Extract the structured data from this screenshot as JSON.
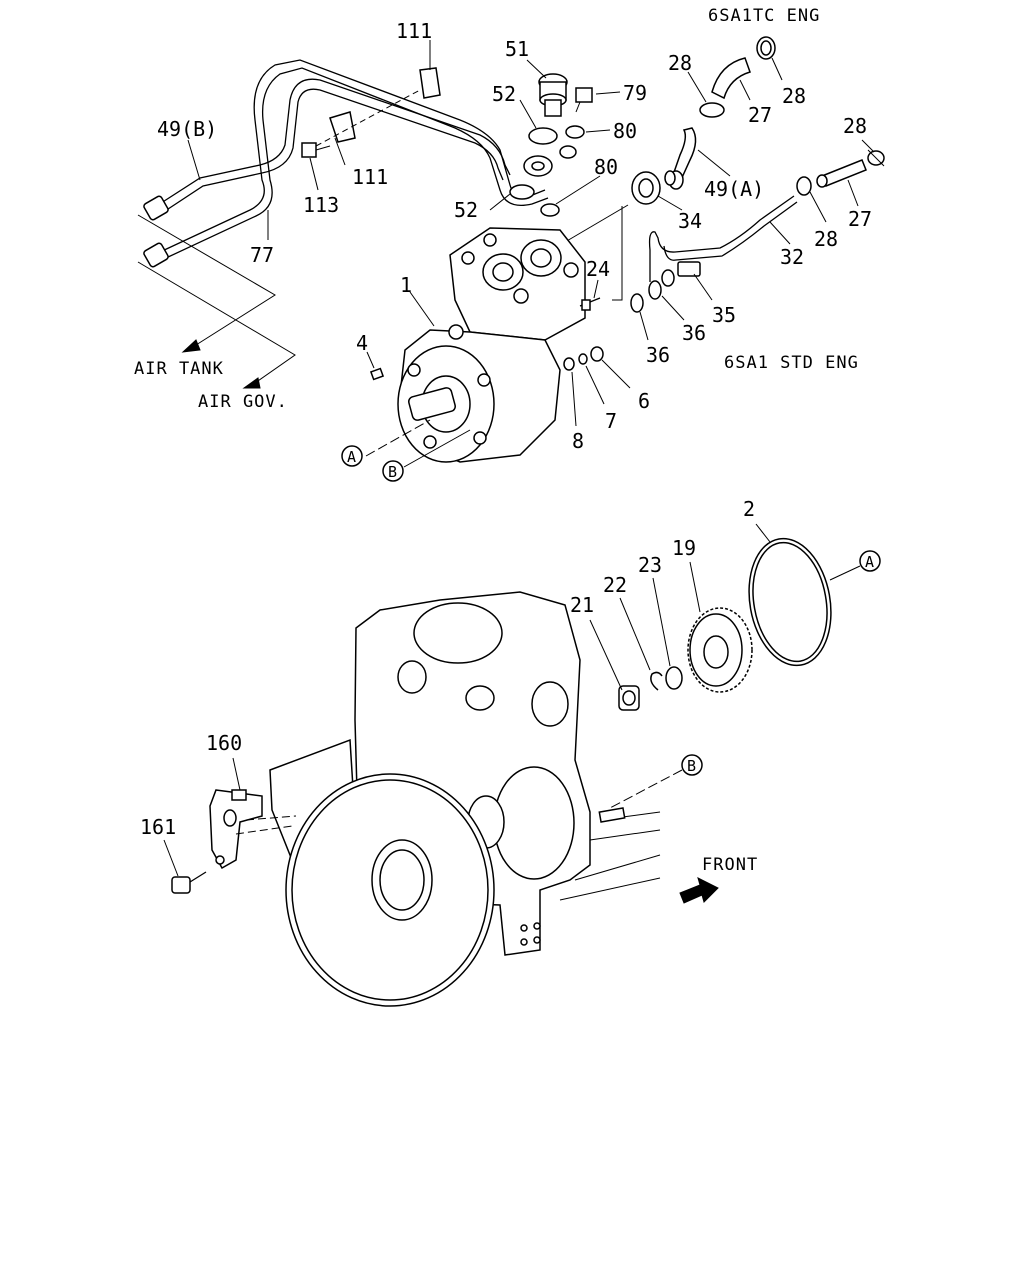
{
  "variants": {
    "tc": "6SA1TC ENG",
    "std": "6SA1 STD ENG"
  },
  "routing": {
    "air_tank": "AIR TANK",
    "air_gov": "AIR GOV."
  },
  "front_label": "FRONT",
  "refs": {
    "a": "A",
    "b": "B"
  },
  "callouts": {
    "p111a": "111",
    "p111b": "111",
    "p51": "51",
    "p52a": "52",
    "p52b": "52",
    "p79": "79",
    "p80a": "80",
    "p80b": "80",
    "p28a": "28",
    "p28b": "28",
    "p28c": "28",
    "p28d": "28",
    "p27a": "27",
    "p27b": "27",
    "p49b": "49(B)",
    "p49a": "49(A)",
    "p113": "113",
    "p77": "77",
    "p34": "34",
    "p32": "32",
    "p24": "24",
    "p1": "1",
    "p35": "35",
    "p36a": "36",
    "p36b": "36",
    "p4": "4",
    "p6": "6",
    "p7": "7",
    "p8": "8",
    "p2": "2",
    "p19": "19",
    "p23": "23",
    "p22": "22",
    "p21": "21",
    "p160": "160",
    "p161": "161"
  }
}
